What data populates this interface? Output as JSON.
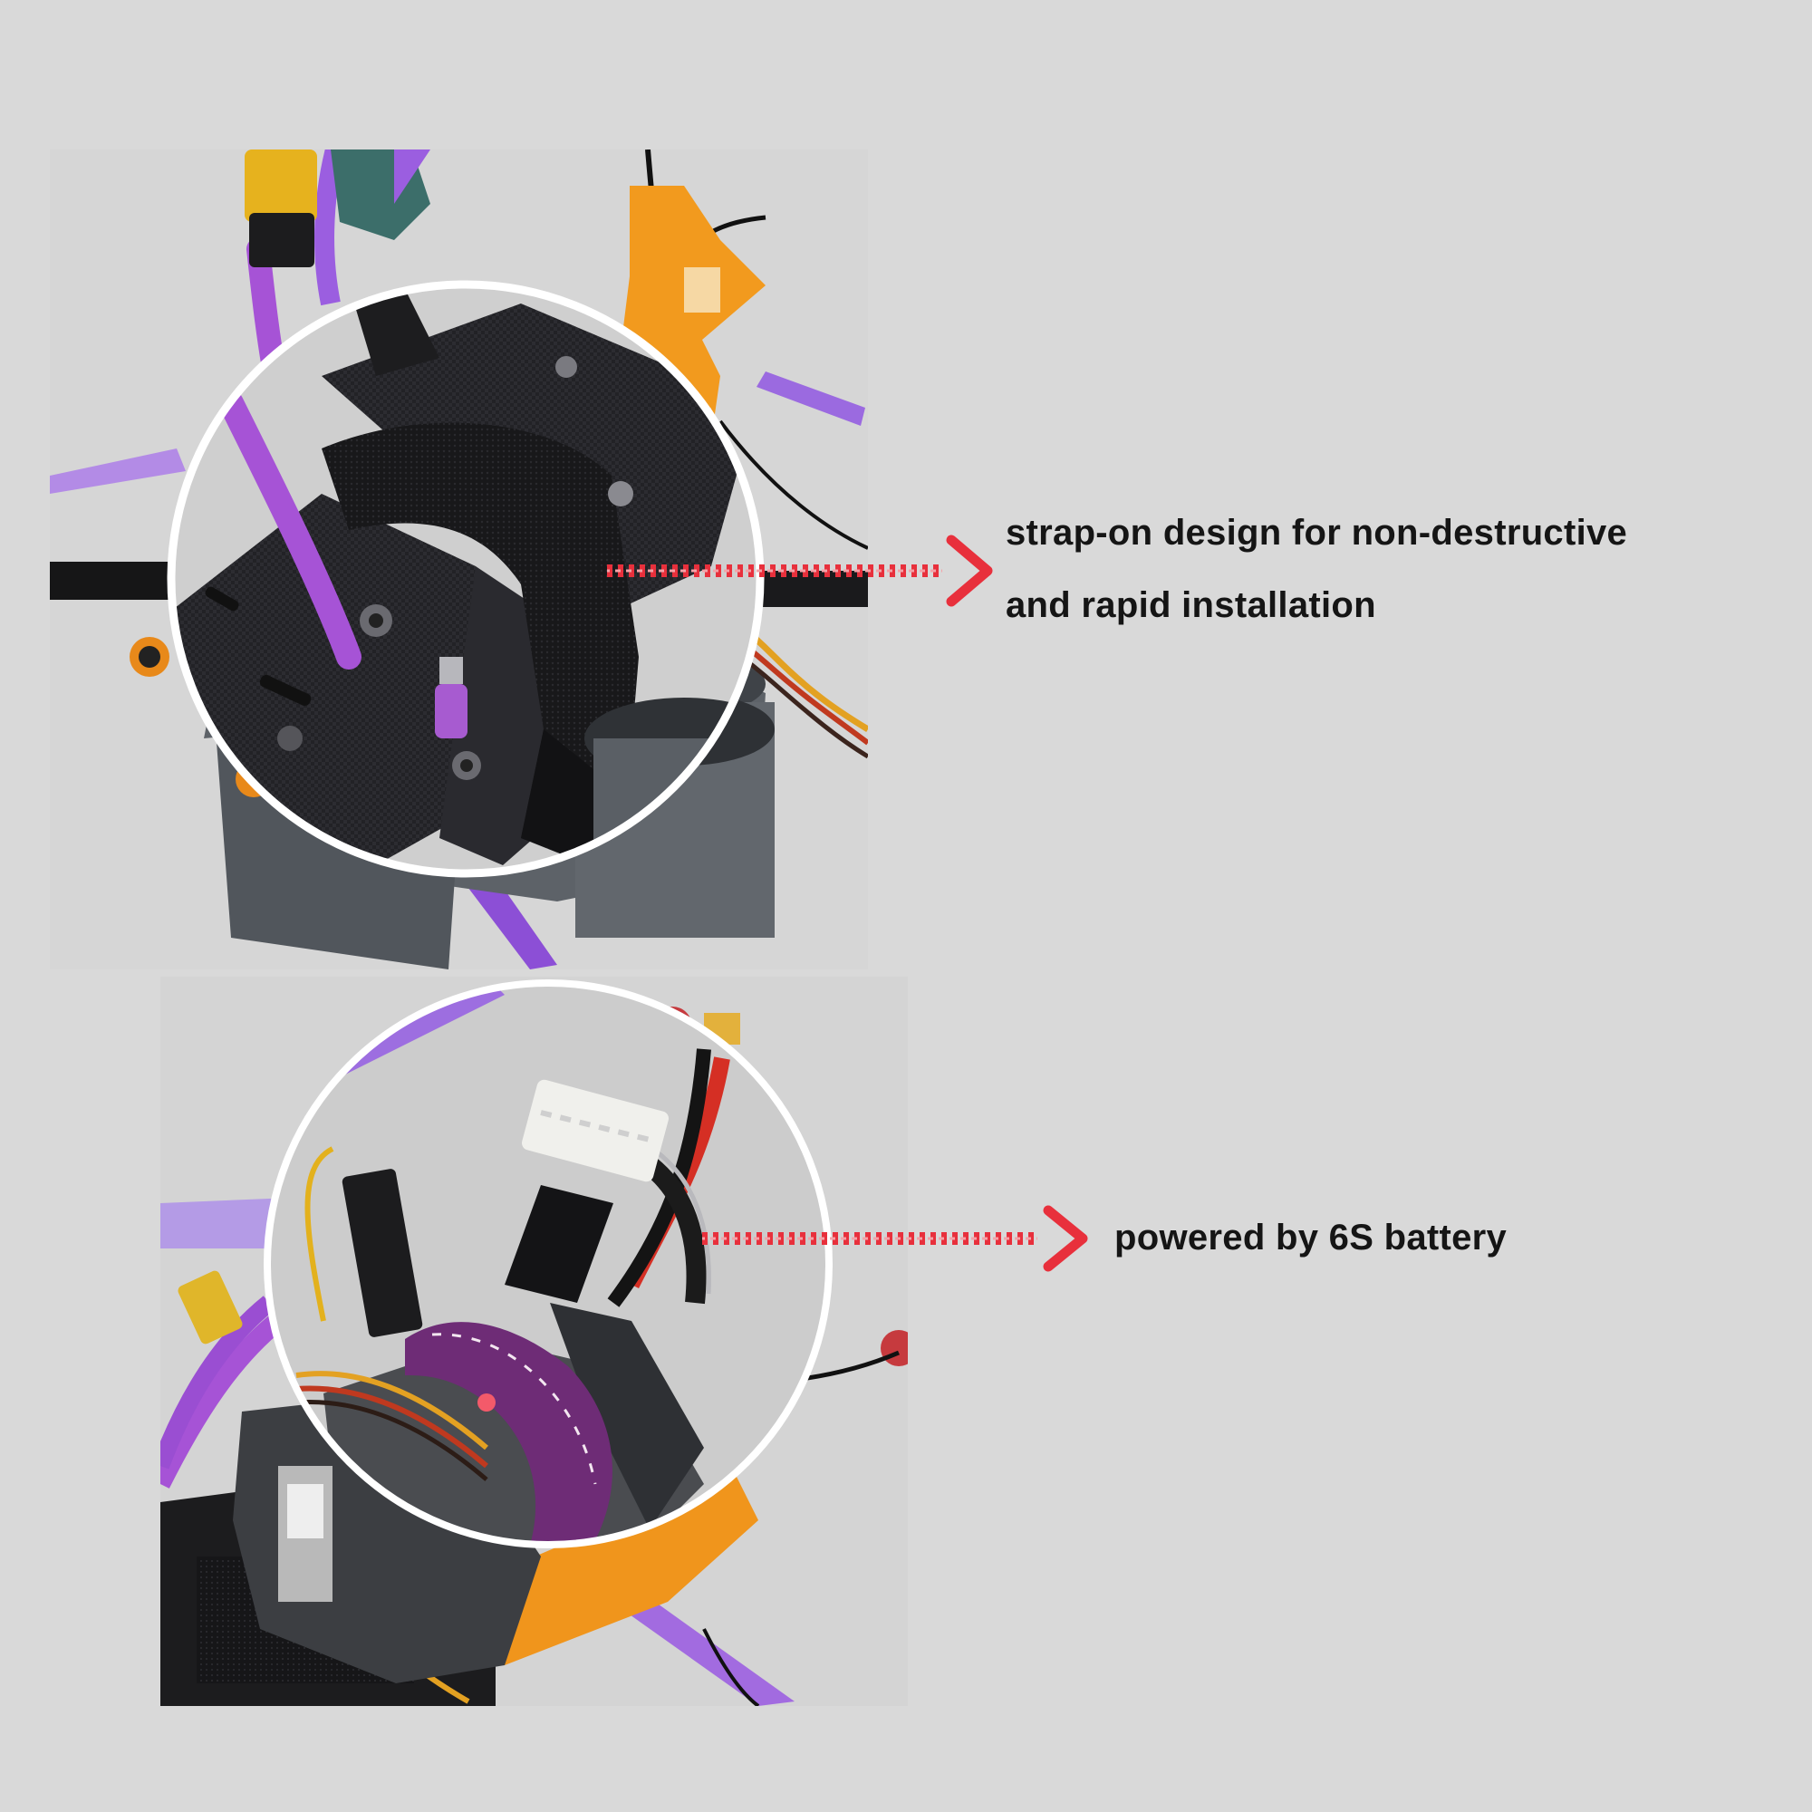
{
  "colors": {
    "background": "#d9d9d9",
    "arrow": "#e8303c",
    "frame_carbon": "#1e1e20",
    "wire_purple": "#a653d6",
    "mount_orange": "#f29a1e",
    "strap_purple": "#6e2c76",
    "housing_grey": "#5d6268"
  },
  "callouts": {
    "strap": {
      "line1": "strap-on design for non-destructive",
      "line2": "and rapid installation"
    },
    "battery": {
      "label": "powered by 6S battery"
    }
  },
  "icons": {
    "top_pointer": "arrow-right-icon",
    "bottom_pointer": "arrow-right-icon"
  }
}
